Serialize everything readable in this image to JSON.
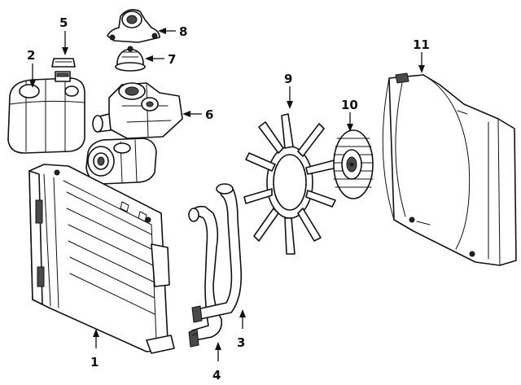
{
  "callouts": {
    "c1": "1",
    "c2": "2",
    "c3": "3",
    "c4": "4",
    "c5": "5",
    "c6": "6",
    "c7": "7",
    "c8": "8",
    "c9": "9",
    "c10": "10",
    "c11": "11"
  },
  "colors": {
    "ink": "#111111",
    "background": "#ffffff",
    "shading": "#4a4a4a"
  }
}
